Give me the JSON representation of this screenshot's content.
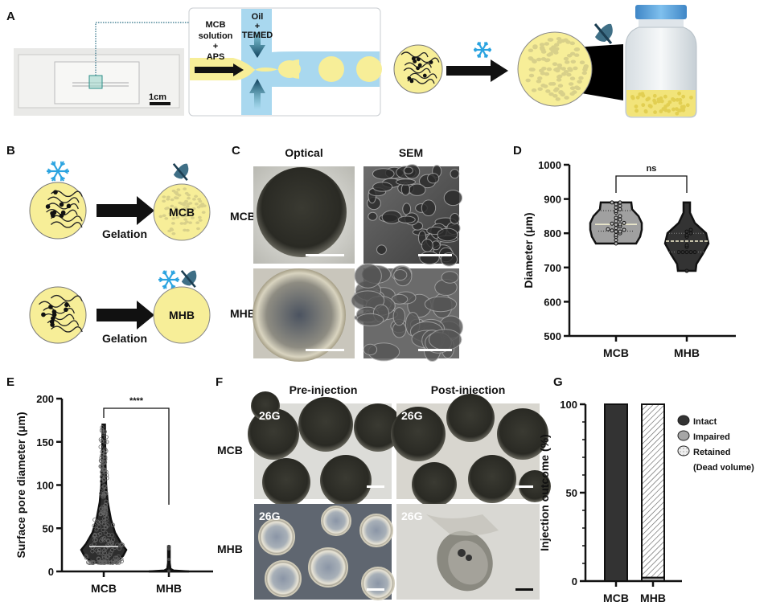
{
  "panels": {
    "A": {
      "label": "A",
      "scale_bar": "1cm",
      "inlet1": [
        "MCB",
        "solution",
        "+",
        "APS"
      ],
      "inlet2": [
        "Oil",
        "+",
        "TEMED"
      ]
    },
    "B": {
      "label": "B",
      "gelation1": "Gelation",
      "gelation2": "Gelation",
      "product1": "MCB",
      "product2": "MHB"
    },
    "C": {
      "label": "C",
      "col1": "Optical",
      "col2": "SEM",
      "row1": "MCB",
      "row2": "MHB"
    },
    "D": {
      "label": "D"
    },
    "E": {
      "label": "E"
    },
    "F": {
      "label": "F",
      "col1": "Pre-injection",
      "col2": "Post-injection",
      "row1": "MCB",
      "row2": "MHB",
      "needle": "26G"
    },
    "G": {
      "label": "G"
    }
  },
  "colors": {
    "bead_yellow": "#f7ee98",
    "channel_blue": "#a9d8ef",
    "icon_blue": "#2aa3e0",
    "dark": "#333333",
    "mcb_violin": "#a0a0a0"
  },
  "chart_data": [
    {
      "id": "D",
      "type": "violin",
      "ylabel": "Diameter (μm)",
      "ylim": [
        500,
        1000
      ],
      "yticks": [
        500,
        600,
        700,
        800,
        900,
        1000
      ],
      "categories": [
        "MCB",
        "MHB"
      ],
      "significance": "ns",
      "series": [
        {
          "name": "MCB",
          "median": 826,
          "q1": 806,
          "q3": 866,
          "min": 770,
          "max": 890,
          "values": [
            770,
            780,
            790,
            795,
            800,
            805,
            805,
            808,
            810,
            812,
            815,
            820,
            825,
            826,
            828,
            830,
            835,
            840,
            845,
            850,
            860,
            865,
            870,
            875,
            880,
            885,
            890,
            890
          ]
        },
        {
          "name": "MHB",
          "median": 777,
          "q1": 745,
          "q3": 800,
          "min": 690,
          "max": 890,
          "values": [
            690,
            745,
            745,
            745,
            745,
            745,
            760,
            765,
            790,
            795,
            800,
            805,
            810
          ]
        }
      ]
    },
    {
      "id": "E",
      "type": "violin",
      "ylabel": "Surface pore diameter (μm)",
      "ylim": [
        0,
        200
      ],
      "yticks": [
        0,
        50,
        100,
        150,
        200
      ],
      "categories": [
        "MCB",
        "MHB"
      ],
      "significance": "****",
      "series": [
        {
          "name": "MCB",
          "median": 29,
          "min": 10,
          "max": 170,
          "n": 180
        },
        {
          "name": "MHB",
          "median": 0.5,
          "min": 0,
          "max": 29,
          "n": 60
        }
      ]
    },
    {
      "id": "G",
      "type": "stacked_bar",
      "ylabel": "Injection outcome (%)",
      "ylim": [
        0,
        100
      ],
      "yticks": [
        0,
        50,
        100
      ],
      "categories": [
        "MCB",
        "MHB"
      ],
      "series": [
        {
          "name": "Intact",
          "values": [
            100,
            0
          ],
          "color": "#333333"
        },
        {
          "name": "Impaired",
          "values": [
            0,
            2
          ],
          "color": "#a6a6a6"
        },
        {
          "name": "Retained (Dead volume)",
          "values": [
            0,
            98
          ],
          "color": "hatch"
        }
      ],
      "legend": [
        "Intact",
        "Impaired",
        "Retained",
        "(Dead volume)"
      ],
      "legend_position": "right"
    }
  ]
}
